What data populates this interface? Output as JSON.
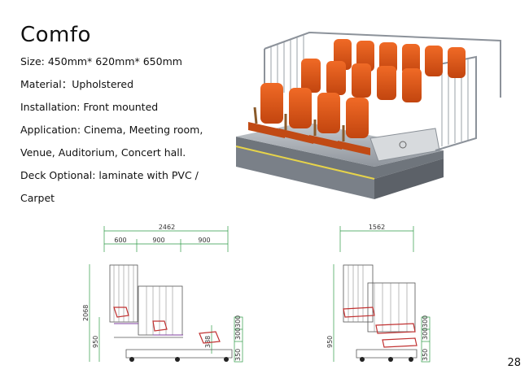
{
  "title": "Comfo",
  "specs": [
    "Size: 450mm* 620mm* 650mm",
    "Material：Upholstered",
    "Installation: Front mounted",
    "Application: Cinema, Meeting room,",
    "Venue, Auditorium, Concert hall.",
    "Deck Optional: laminate with PVC /",
    "Carpet"
  ],
  "drawing_left": {
    "total_width": "2462",
    "widths": [
      "600",
      "900",
      "900"
    ],
    "total_height": "2068",
    "lower_height": "950",
    "seat_height": "388",
    "riser_heights": [
      "350",
      "300",
      "300"
    ]
  },
  "drawing_right": {
    "total_width": "1562",
    "lower_height": "950",
    "riser_heights": [
      "350",
      "300",
      "300"
    ]
  },
  "page_number": "28",
  "colors": {
    "seat": "#e05a1c",
    "seat_dark": "#b8420f",
    "frame": "#8c929a",
    "dim_green": "#2e9a47",
    "armrest": "#8a5a2a"
  }
}
